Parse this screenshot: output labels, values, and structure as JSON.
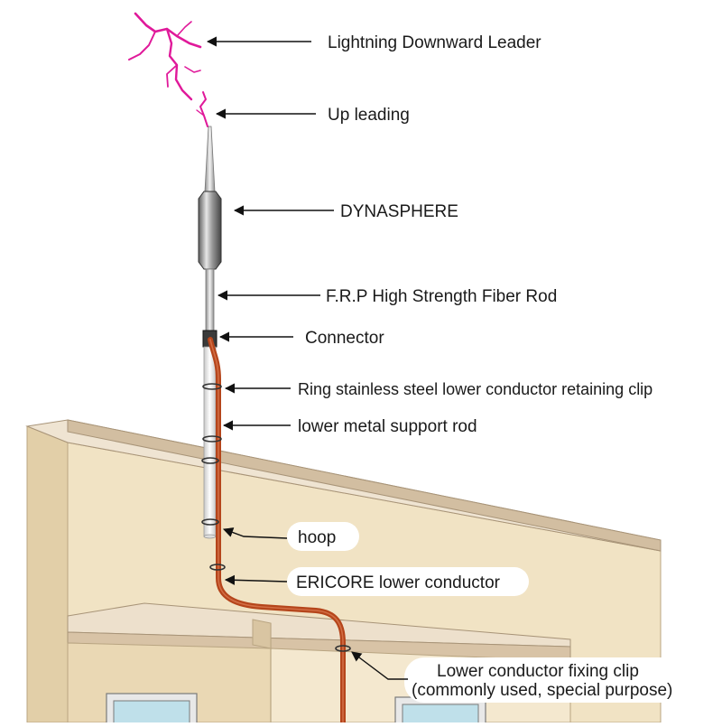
{
  "labels": {
    "lightning_downward_leader": "Lightning Downward Leader",
    "up_leading": "Up leading",
    "dynasphere": "DYNASPHERE",
    "frp_rod": "F.R.P High Strength Fiber Rod",
    "connector": "Connector",
    "ring_clip": "Ring stainless steel lower conductor retaining clip",
    "lower_metal_rod": "lower metal support rod",
    "hoop": "hoop",
    "ericore": "ERICORE lower conductor",
    "fixing_clip_line1": "Lower conductor fixing clip",
    "fixing_clip_line2": "(commonly used, special purpose)"
  },
  "colors": {
    "lightning": "#e0199a",
    "conductor": "#b5451b",
    "wall_front": "#f1e3c4",
    "wall_shade": "#dcc7a0",
    "roof_edge": "#cbb79a",
    "ledge": "#d8c3a6",
    "ledge_top": "#ede0cc",
    "window_frame": "#e8e8e8",
    "window_glass": "#bfe0ea"
  }
}
